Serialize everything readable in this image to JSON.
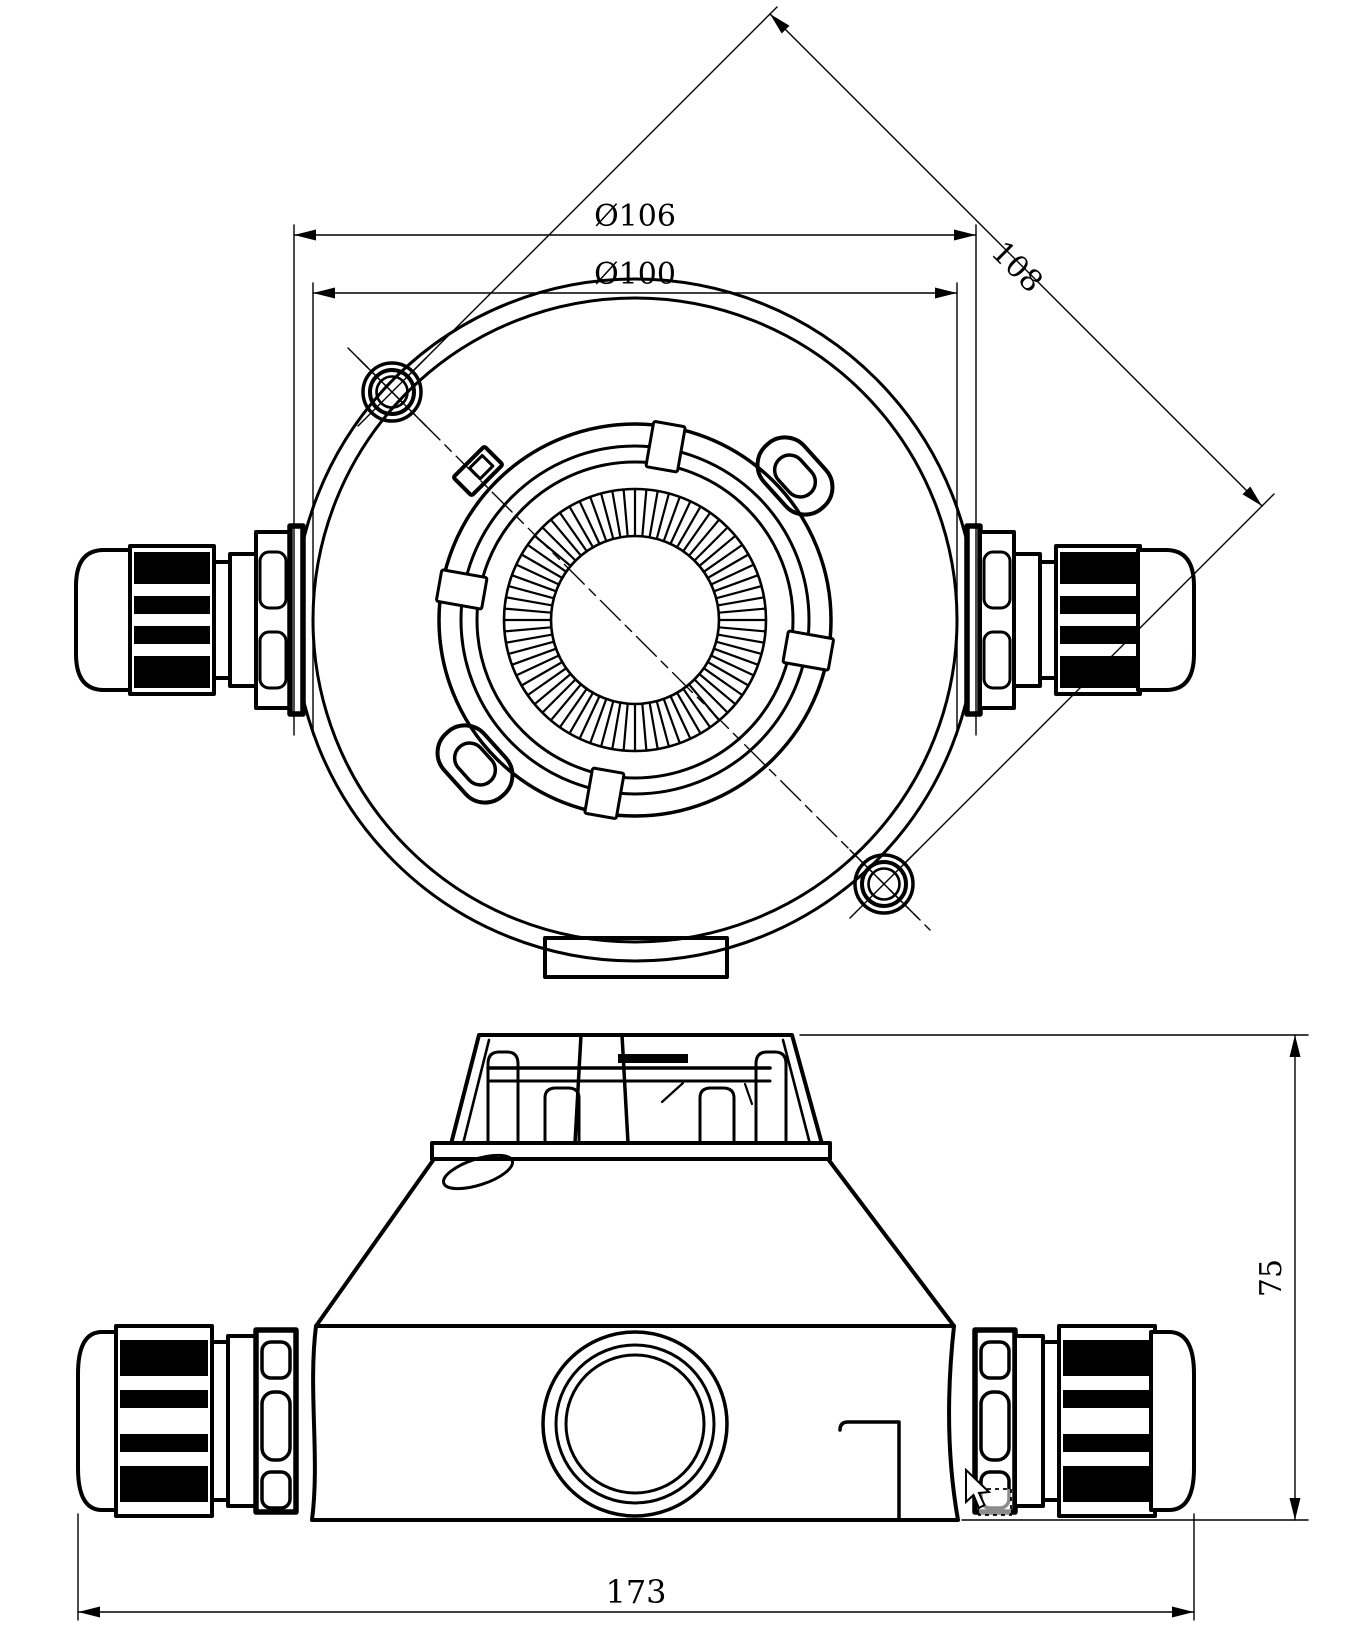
{
  "drawing": {
    "background": "#ffffff",
    "line_color": "#000000",
    "views": {
      "top": {
        "rib_count": 72
      },
      "side": {}
    }
  },
  "dimensions": {
    "d106": {
      "label": "Ø106"
    },
    "d100": {
      "label": "Ø100"
    },
    "d108": {
      "label": "108"
    },
    "d75": {
      "label": "75"
    },
    "d173": {
      "label": "173"
    }
  },
  "cursor": {
    "icon": "arrow-pointer-icon"
  },
  "selection": {
    "icon": "selection-marquee"
  }
}
